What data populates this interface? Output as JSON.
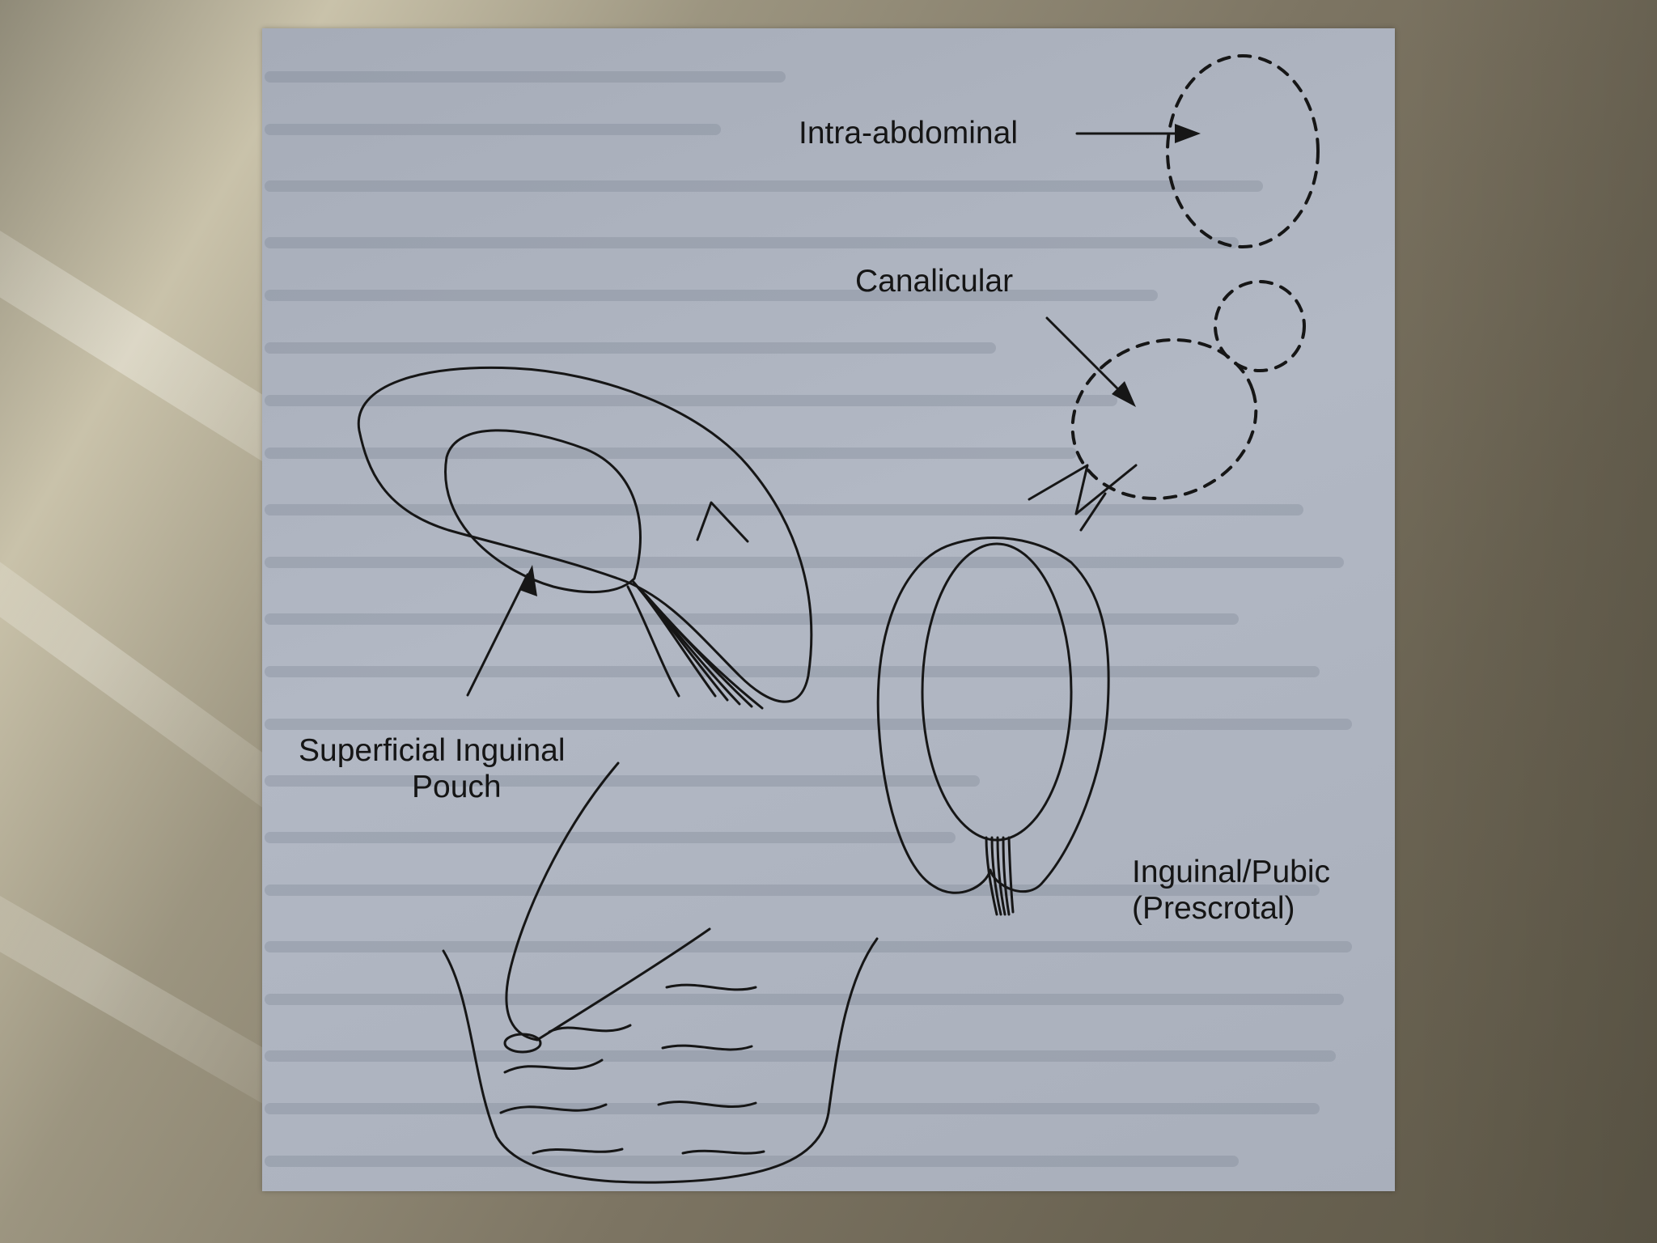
{
  "diagram": {
    "labels": {
      "intra_abdominal": "Intra-abdominal",
      "canalicular": "Canalicular",
      "superficial_line1": "Superficial Inguinal",
      "superficial_line2": "Pouch",
      "inguinal_line1": "Inguinal/Pubic",
      "inguinal_line2": "(Prescrotal)"
    }
  },
  "colors": {
    "paper": "#aeb4c0",
    "ink": "#161616",
    "frame": "#7d7563"
  }
}
